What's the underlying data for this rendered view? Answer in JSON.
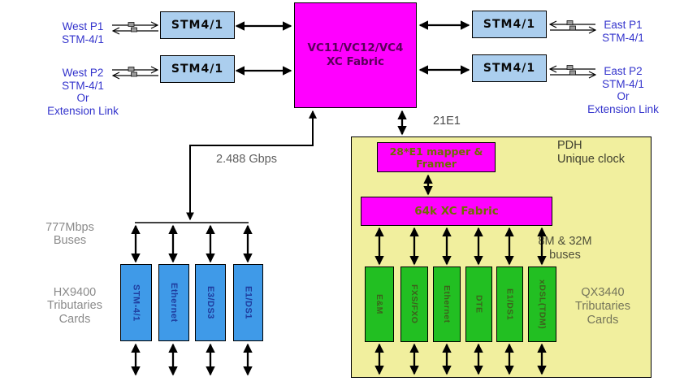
{
  "colors": {
    "fabric_magenta": "#ff00ff",
    "panel_yellow": "#f1ef9e",
    "stm_blue": "#abceee",
    "hx_card_blue": "#3f9ae8",
    "qx_card_green": "#22bf22",
    "link_label_blue": "#3333cc",
    "arrow_black": "#000000"
  },
  "west_labels": {
    "p1": "West P1\nSTM-4/1",
    "p2": "West P2\nSTM-4/1\nOr\nExtension Link"
  },
  "east_labels": {
    "p1": "East P1\nSTM-4/1",
    "p2": "East P2\nSTM-4/1\nOr\nExtension Link"
  },
  "stm_boxes": {
    "west1": "STM4/1",
    "west2": "STM4/1",
    "east1": "STM4/1",
    "east2": "STM4/1"
  },
  "core": {
    "xc_fabric": "VC11/VC12/VC4\nXC Fabric"
  },
  "annotations": {
    "gbps_link": "2.488 Gbps",
    "e1_link": "21E1",
    "buses_777": "777Mbps\nBuses",
    "buses_8m_32m": "8M & 32M\nbuses",
    "pdh_clock": "PDH\nUnique clock"
  },
  "hx9400": {
    "caption": "HX9400\nTributaries\nCards",
    "cards": [
      {
        "label": "STM-4/1"
      },
      {
        "label": "Ethernet"
      },
      {
        "label": "E3/DS3"
      },
      {
        "label": "E1/DS1"
      }
    ]
  },
  "qx3440": {
    "caption": "QX3440\nTributaries\nCards",
    "mapper": "28*E1 mapper &\nFramer",
    "xc64k": "64k XC Fabric",
    "cards": [
      {
        "label": "E&M"
      },
      {
        "label": "FXS/FXO"
      },
      {
        "label": "Ethernet"
      },
      {
        "label": "DTE"
      },
      {
        "label": "E1/DS1"
      },
      {
        "label": "xDSL(TDM)"
      }
    ]
  }
}
